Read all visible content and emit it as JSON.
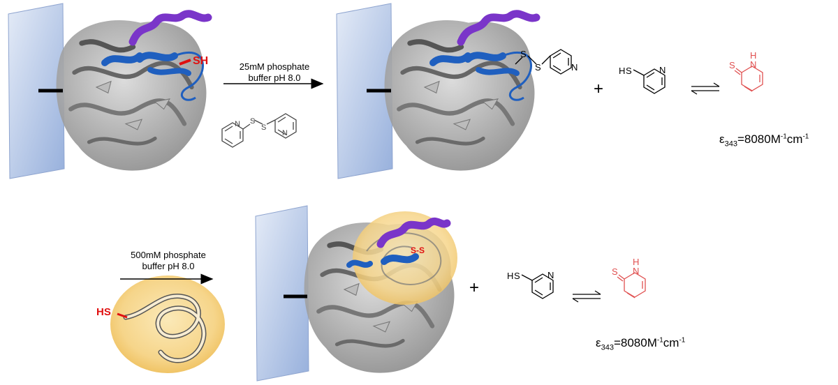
{
  "step1": {
    "conditions_line1": "25mM phosphate",
    "conditions_line2": "buffer pH 8.0",
    "thiol_label": "SH",
    "reagent_atoms": {
      "s1": "S",
      "s2": "S",
      "n1": "N",
      "n2": "N"
    },
    "product_atoms": {
      "s1": "S",
      "s2": "S",
      "n": "N"
    },
    "plus": "+",
    "leaving_group_thiol": {
      "s": "S",
      "h": "H",
      "n": "N"
    },
    "leaving_group_thione": {
      "s": "S",
      "n": "N",
      "h": "H"
    },
    "extinction": {
      "prefix": "ε",
      "sub": "343",
      "value": "=8080M",
      "sup1": "-1",
      "unit": "cm",
      "sup2": "-1"
    }
  },
  "step2": {
    "conditions_line1": "500mM phosphate",
    "conditions_line2": "buffer pH 8.0",
    "polymer_thiol_label": "HS",
    "disulfide_label": "S-S",
    "plus": "+",
    "leaving_group_thiol": {
      "s": "S",
      "h": "H",
      "n": "N"
    },
    "leaving_group_thione": {
      "s": "S",
      "n": "N",
      "h": "H"
    },
    "extinction": {
      "prefix": "ε",
      "sub": "343",
      "value": "=8080M",
      "sup1": "-1",
      "unit": "cm",
      "sup2": "-1"
    }
  },
  "colors": {
    "helix_purple": "#7a35c9",
    "sheet_blue": "#1f5fbf",
    "protein_grey": "#a8a8a8",
    "thiol_red": "#e01010",
    "thione_red": "#e05050",
    "glow": "#f5cf7a",
    "surface_blue": "#b8c8e6"
  }
}
